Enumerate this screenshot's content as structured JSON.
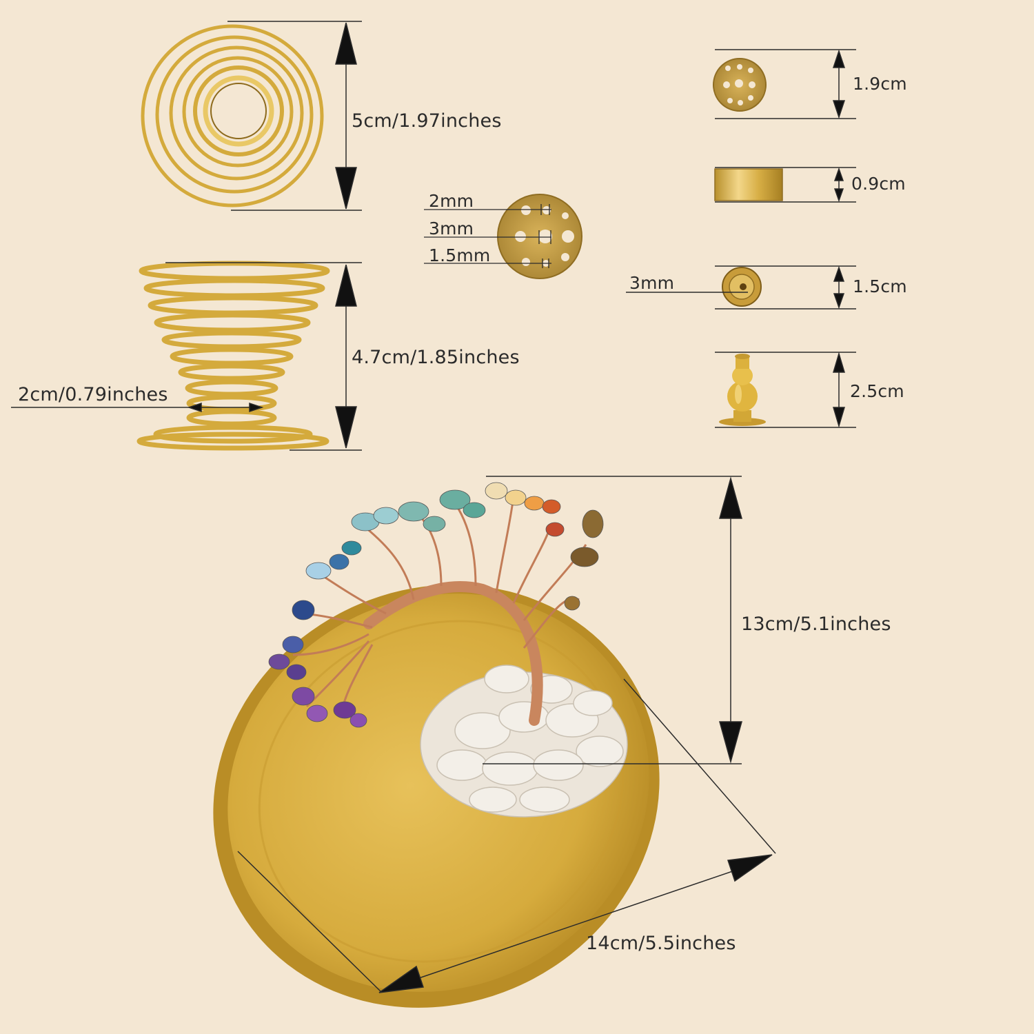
{
  "labels": {
    "spiral_top_height": "5cm/1.97inches",
    "spiral_side_height": "4.7cm/1.85inches",
    "spiral_base_width": "2cm/0.79inches",
    "disc_hole_small": "2mm",
    "disc_hole_mid": "3mm",
    "disc_hole_tiny": "1.5mm",
    "perforated_disc_size": "1.9cm",
    "ring_height": "0.9cm",
    "cap_hole": "3mm",
    "cap_size": "1.5cm",
    "holder_height": "2.5cm",
    "tree_height": "13cm/5.1inches",
    "tray_diameter": "14cm/5.5inches"
  },
  "colors": {
    "background": "#f4e7d3",
    "gold": "#d9b24a",
    "gold_dark": "#a9832a",
    "line": "#2b2b2b"
  },
  "icons": {
    "spiral_top": "spiral-coil-top-view",
    "spiral_side": "spiral-coil-stand-side-view",
    "perforated_disc": "perforated-brass-disc",
    "ring": "brass-ring",
    "cap": "brass-cap",
    "holder": "gourd-incense-holder",
    "tree": "gemstone-tree",
    "tray": "round-gold-tray"
  }
}
